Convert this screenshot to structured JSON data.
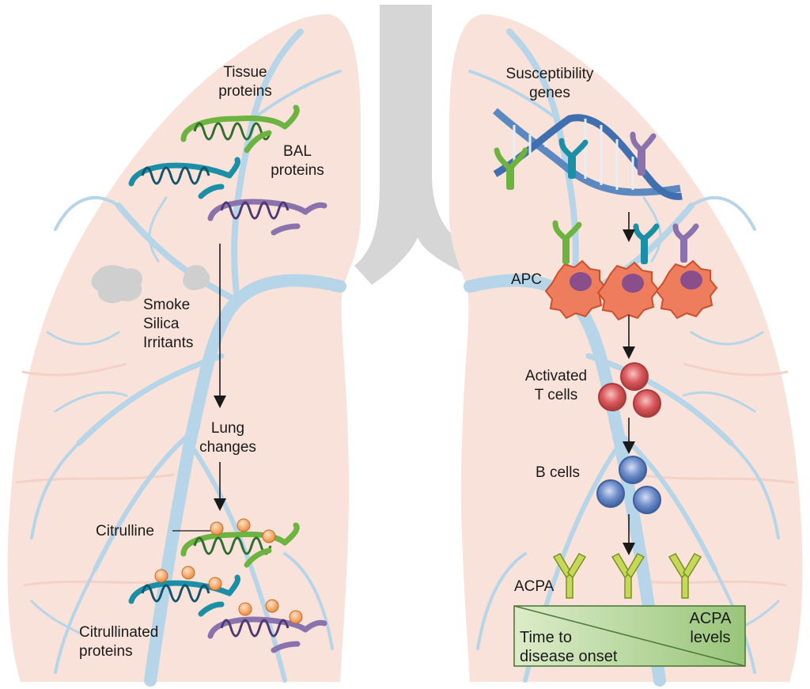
{
  "left_lung": {
    "tissue_proteins": [
      "Tissue",
      "proteins"
    ],
    "bal_proteins": [
      "BAL",
      "proteins"
    ],
    "irritants": [
      "Smoke",
      "Silica",
      "Irritants"
    ],
    "lung_changes": [
      "Lung",
      "changes"
    ],
    "citrulline": "Citrulline",
    "citrullinated_proteins": [
      "Citrullinated",
      "proteins"
    ]
  },
  "right_lung": {
    "susceptibility_genes": [
      "Susceptibility",
      "genes"
    ],
    "apc": "APC",
    "activated_t_cells": [
      "Activated",
      "T cells"
    ],
    "b_cells": "B cells",
    "acpa": "ACPA",
    "time_to_onset": [
      "Time to",
      "disease onset"
    ],
    "acpa_levels": [
      "ACPA",
      "levels"
    ]
  },
  "colors": {
    "lung": "#f9e2d9",
    "airway": "#b6d5e8",
    "trachea": "#d6d6d6",
    "protein_green": "#6cb33f",
    "protein_teal": "#1b8fa6",
    "protein_purple": "#8a72ad",
    "citrulline_dot": "#f5a25d",
    "apc": "#ee7d5d",
    "t_cell": "#d9585b",
    "b_cell": "#6d8dc9",
    "antibody": "#b9cd4f",
    "gradient_box": "#a8cf8a"
  }
}
